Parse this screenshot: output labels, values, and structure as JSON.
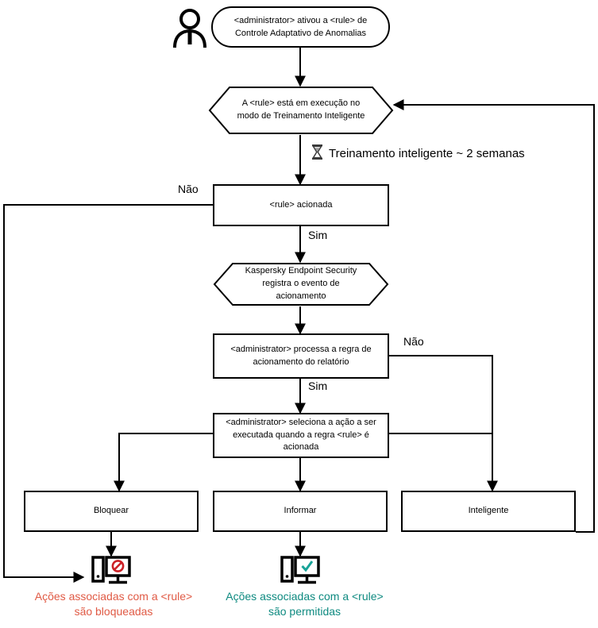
{
  "diagram": {
    "title": "Adaptive Anomaly Control rule flowchart",
    "colors": {
      "stroke": "#000000",
      "background": "#ffffff",
      "blocked_text": "#e05a45",
      "allowed_text": "#0e8a80",
      "blocked_symbol": "#cc2026",
      "allowed_symbol": "#17a398"
    },
    "actor": {
      "icon": "person-icon",
      "name": "administrator"
    },
    "nodes": {
      "start": {
        "shape": "rounded",
        "text": "<administrator> ativou a <rule> de Controle Adaptativo de Anomalias"
      },
      "training_mode": {
        "shape": "hexagon",
        "text": "A <rule> está em execução no modo de Treinamento Inteligente"
      },
      "rule_triggered": {
        "shape": "box",
        "text": "<rule> acionada"
      },
      "kes_registers": {
        "shape": "hexagon",
        "text": "Kaspersky Endpoint Security registra o evento de acionamento"
      },
      "admin_processes": {
        "shape": "box",
        "text": "<administrator> processa a regra de acionamento do relatório"
      },
      "admin_selects": {
        "shape": "box",
        "text": "<administrator> seleciona a ação a ser executada quando a regra <rule> é acionada"
      },
      "block": {
        "shape": "box",
        "text": "Bloquear"
      },
      "inform": {
        "shape": "box",
        "text": "Informar"
      },
      "smart": {
        "shape": "box",
        "text": "Inteligente"
      }
    },
    "note": {
      "icon": "hourglass-icon",
      "glyph": "⧗",
      "text": "Treinamento inteligente ~ 2 semanas"
    },
    "edge_labels": {
      "triggered_no": "Não",
      "triggered_yes": "Sim",
      "processed_no": "Não",
      "processed_yes": "Sim"
    },
    "outcomes": {
      "blocked": {
        "icon": "computer-blocked-icon",
        "caption": "Ações associadas com a <rule>\nsão bloqueadas"
      },
      "allowed": {
        "icon": "computer-allowed-icon",
        "caption": "Ações associadas com a <rule>\nsão permitidas"
      }
    }
  }
}
